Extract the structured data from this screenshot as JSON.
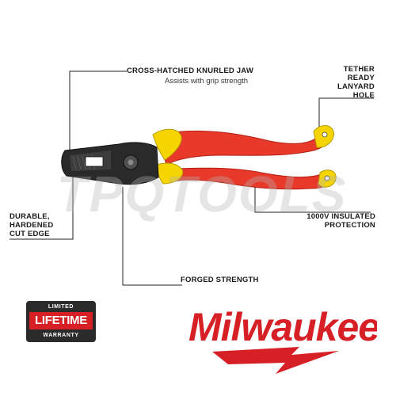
{
  "callouts": {
    "jaw_title": "CROSS-HATCHED KNURLED JAW",
    "jaw_sub": "Assists with grip strength",
    "tether": "TETHER\nREADY\nLANYARD\nHOLE",
    "cut_edge": "DURABLE,\nHARDENED\nCUT EDGE",
    "insulated": "1000V INSULATED\nPROTECTION",
    "forged": "FORGED STRENGTH"
  },
  "watermark": "TPQTOOLS",
  "warranty_badge": {
    "top": "LIMITED",
    "middle": "LIFETIME",
    "bottom": "WARRANTY"
  },
  "brand": {
    "name": "Milwaukee"
  },
  "colors": {
    "handle_red": "#e8392a",
    "handle_yellow": "#f5d400",
    "steel": "#2a2a2a",
    "brand_red": "#d71f26",
    "line": "#222222"
  },
  "icons": [
    "plier-illustration",
    "lightning-bolt-icon"
  ]
}
